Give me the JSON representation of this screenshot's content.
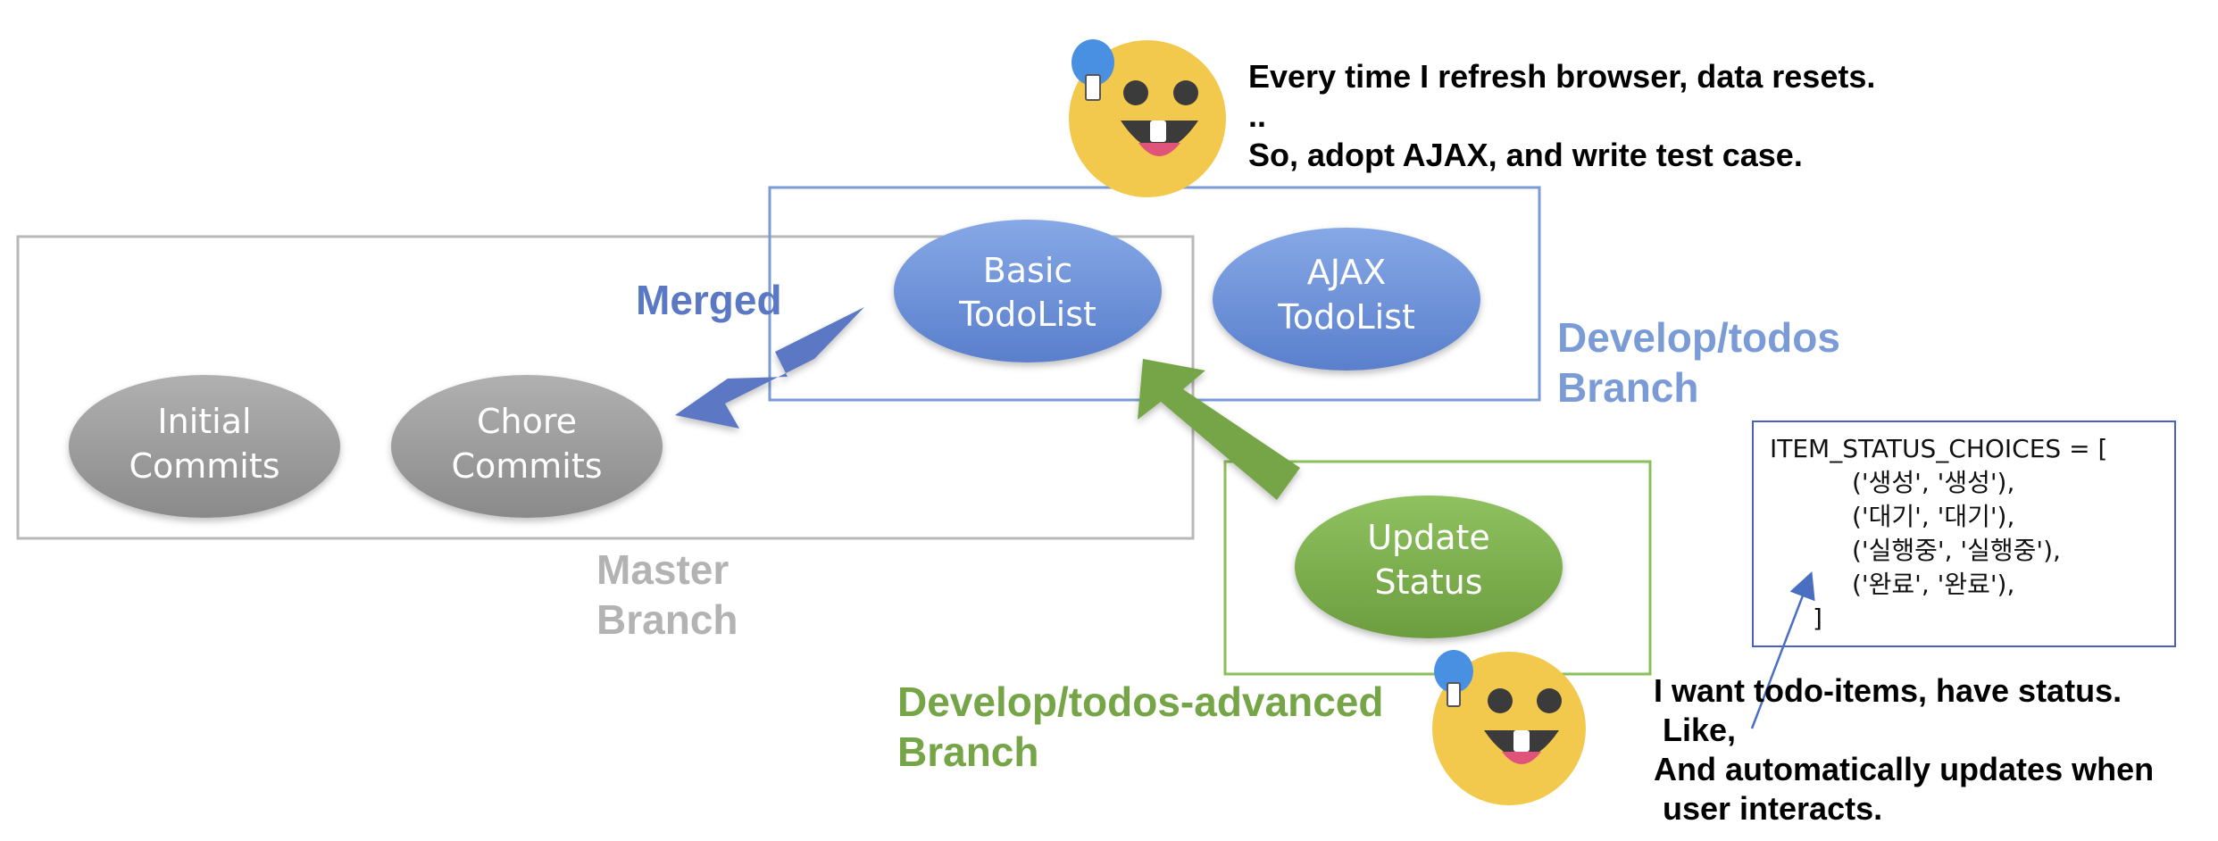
{
  "nodes": {
    "basic": {
      "line1": "Basic",
      "line2": "TodoList"
    },
    "ajax": {
      "line1": "AJAX",
      "line2": "TodoList"
    },
    "initial": {
      "line1": "Initial",
      "line2": "Commits"
    },
    "chore": {
      "line1": "Chore",
      "line2": "Commits"
    },
    "update": {
      "line1": "Update",
      "line2": "Status"
    }
  },
  "labels": {
    "merged": "Merged",
    "develop_todos": {
      "line1": "Develop/todos",
      "line2": "Branch"
    },
    "master": {
      "line1": "Master",
      "line2": "Branch"
    },
    "develop_advanced": {
      "line1": "Develop/todos-advanced",
      "line2": "Branch"
    }
  },
  "notes": {
    "top": {
      "line1": "Every time I refresh browser, data resets.",
      "line2": "..",
      "line3": "So, adopt AJAX, and write test case."
    },
    "bottom": {
      "line1": "I want todo-items, have status.",
      "line2": " Like,",
      "line3": "And automatically updates when",
      "line4": " user interacts."
    }
  },
  "code_box": {
    "line1": "ITEM_STATUS_CHOICES = [",
    "line2": "('생성', '생성'),",
    "line3": "('대기', '대기'),",
    "line4": "('실행중', '실행중'),",
    "line5": "('완료', '완료'),",
    "line6": "]"
  },
  "colors": {
    "blue_node": "#6a8fd6",
    "gray_node": "#9a9a9a",
    "green_node": "#7aab4c",
    "merged_text": "#5b78c4",
    "develop_text": "#7a9bd6",
    "master_text": "#b3b3b3",
    "advanced_text": "#76a547",
    "emoji_face": "#f2c94c",
    "bulb": "#4a90e2"
  },
  "icons": [
    "lightbulb-emoji-icon",
    "lightbulb-emoji-icon"
  ]
}
